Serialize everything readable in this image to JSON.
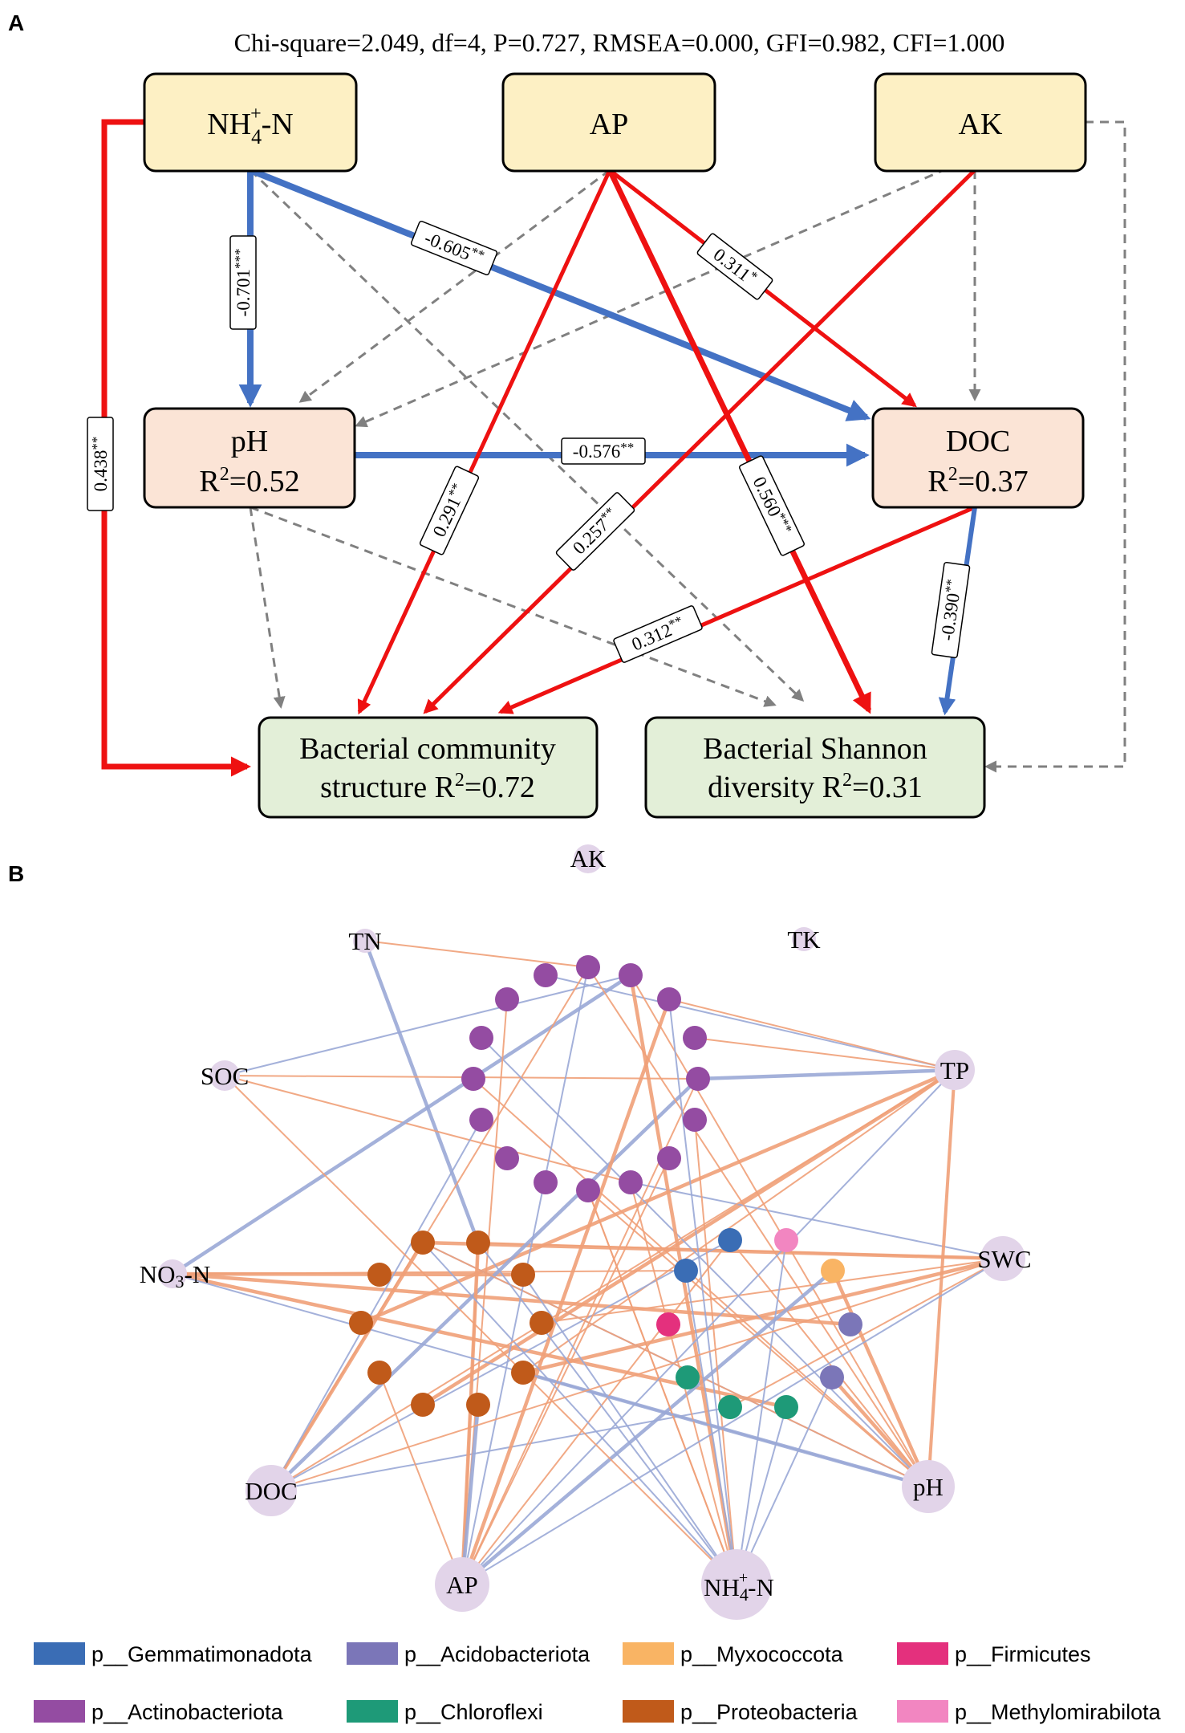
{
  "panelA": {
    "letter": "A",
    "fit_stats": "Chi-square=2.049, df=4, P=0.727, RMSEA=0.000, GFI=0.982, CFI=1.000",
    "colors": {
      "exogenous_fill": "#fdf0c4",
      "mediator_fill": "#fbe4d6",
      "outcome_fill": "#e3efd8",
      "positive_path": "#ee1111",
      "negative_path": "#4472c4",
      "nonsig_path": "#808080"
    },
    "nodes": {
      "nh4": {
        "main": "NH",
        "sub": "4",
        "sup": "+",
        "rest": "-N"
      },
      "ap": {
        "line1": "AP"
      },
      "ak": {
        "line1": "AK"
      },
      "ph": {
        "line1": "pH",
        "r2_label": "R",
        "r2_sup": "2",
        "r2_value": "=0.52"
      },
      "doc": {
        "line1": "DOC",
        "r2_label": "R",
        "r2_sup": "2",
        "r2_value": "=0.37"
      },
      "bcs": {
        "line1": "Bacterial community",
        "line2": "structure  R",
        "r2_sup": "2",
        "r2_value": "=0.72"
      },
      "bsd": {
        "line1": "Bacterial Shannon",
        "line2": "diversity  R",
        "r2_sup": "2",
        "r2_value": "=0.31"
      }
    },
    "path_labels": {
      "nh4_ph": {
        "value": "-0.701",
        "stars": "***"
      },
      "nh4_doc": {
        "value": "-0.605",
        "stars": "**"
      },
      "ap_doc": {
        "value": "0.311",
        "stars": "*"
      },
      "ph_doc": {
        "value": "-0.576",
        "stars": "**"
      },
      "nh4_bcs": {
        "value": "0.438",
        "stars": "**"
      },
      "ap_bcs": {
        "value": "0.291",
        "stars": "**"
      },
      "ak_bcs": {
        "value": "0.257",
        "stars": "**"
      },
      "ap_bsd": {
        "value": "0.560",
        "stars": "***"
      },
      "doc_bcs": {
        "value": "0.312",
        "stars": "**"
      },
      "doc_bsd": {
        "value": "-0.390",
        "stars": "**"
      }
    }
  },
  "panelB": {
    "letter": "B",
    "edge_colors": {
      "positive": "#f0a078",
      "negative": "#9aa9d6"
    },
    "env_node_color": "#e2d4e9",
    "env_labels": {
      "ak": "AK",
      "tn": "TN",
      "tk": "TK",
      "soc": "SOC",
      "tp": "TP",
      "no3_main": "NO",
      "no3_sub": "3",
      "no3_rest": "-N",
      "swc": "SWC",
      "doc": "DOC",
      "ph": "pH",
      "ap": "AP",
      "nh4_main": "NH",
      "nh4_sub": "4",
      "nh4_sup": "+",
      "nh4_rest": "-N"
    },
    "legend": [
      {
        "label": "p__Gemmatimonadota",
        "color": "#3a6db5"
      },
      {
        "label": "p__Acidobacteriota",
        "color": "#7b76b8"
      },
      {
        "label": "p__Myxococcota",
        "color": "#f9b464"
      },
      {
        "label": "p__Firmicutes",
        "color": "#e4307d"
      },
      {
        "label": "p__Actinobacteriota",
        "color": "#944ca2"
      },
      {
        "label": "p__Chloroflexi",
        "color": "#1e9a78"
      },
      {
        "label": "p__Proteobacteria",
        "color": "#c05a1a"
      },
      {
        "label": "p__Methylomirabilota",
        "color": "#f286c1"
      }
    ]
  }
}
